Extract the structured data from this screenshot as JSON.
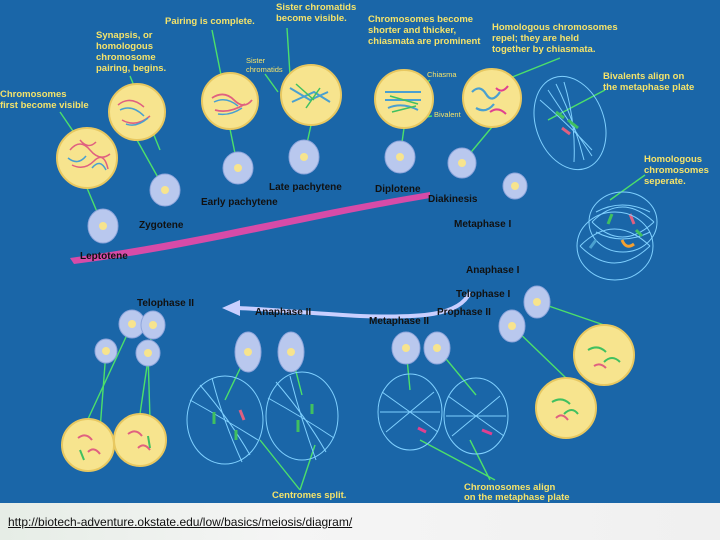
{
  "colors": {
    "background": "#1a66a8",
    "cell_fill": "#f7e48e",
    "cell_edge": "#e8c860",
    "nucleus_fill": "#b9c8ee",
    "label_yellow": "#f5e36a",
    "label_green": "#7df07d",
    "label_white": "#ffffff",
    "arrow_pink": "#e14aa8",
    "arrow_lavender": "#c9cfff",
    "spindle": "#7fd0ff"
  },
  "labels": {
    "chromosomes_first_visible": [
      "Chromosomes",
      "first become visible"
    ],
    "synapsis": [
      "Synapsis, or",
      "homologous",
      "chromosome",
      "pairing, begins."
    ],
    "pairing_complete": [
      "Pairing is complete."
    ],
    "sister_chromatids_visible": [
      "Sister chromatids",
      "become visible."
    ],
    "chromosomes_shorter": [
      "Chromosomes become",
      "shorter and thicker,",
      "chiasmata are prominent"
    ],
    "homologous_held": [
      "Homologous chromosomes",
      "repel; they are held",
      "together by chiasmata."
    ],
    "bivalents_align": [
      "Bivalents align on",
      "the metaphase plate"
    ],
    "homologous_separate": [
      "Homologous",
      "chromosomes",
      "seperate."
    ],
    "centromeres_split": [
      "Centromes split."
    ],
    "chromosomes_align": [
      "Chromosomes align",
      "on the metaphase plate"
    ],
    "sister_chromatids_small": [
      "Sister",
      "chromatids"
    ],
    "chiasma": "Chiasma",
    "bivalent": "Bivalent"
  },
  "stages": {
    "leptotene": "Leptotene",
    "zygotene": "Zygotene",
    "early_pachytene": "Early pachytene",
    "late_pachytene": "Late pachytene",
    "diplotene": "Diplotene",
    "diakinesis": "Diakinesis",
    "metaphase_1": "Metaphase I",
    "anaphase_1": "Anaphase I",
    "telophase_1": "Telophase I",
    "prophase_2": "Prophase II",
    "metaphase_2": "Metaphase II",
    "anaphase_2": "Anaphase II",
    "telophase_2": "Telophase II"
  },
  "source_url": "http://biotech-adventure.okstate.edu/low/basics/meiosis/diagram/"
}
